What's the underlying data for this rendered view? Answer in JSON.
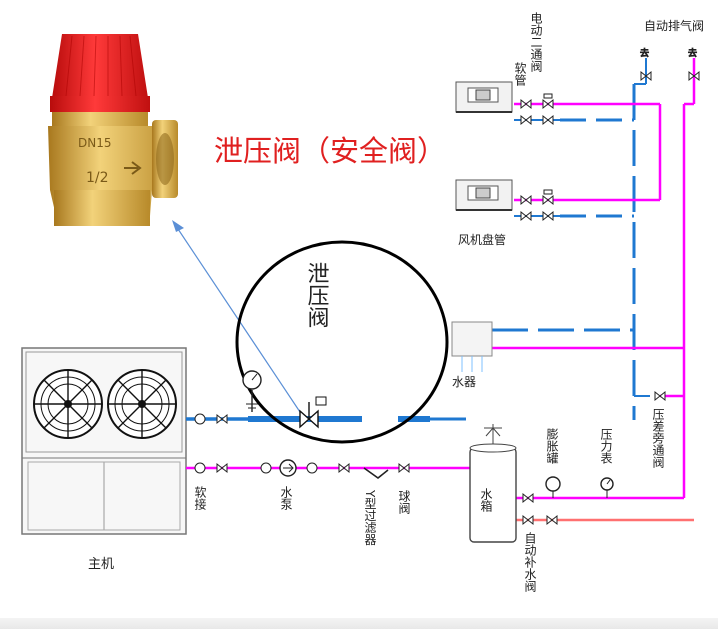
{
  "title": "泄压阀（安全阀）",
  "labels": {
    "electric_two_way_valve": "电动二通阀",
    "soft_tube_top": "软管",
    "auto_air_vent": "自动排气阀",
    "fan_coil": "风机盘管",
    "relief_valve_circle": "泄压阀",
    "water_device": "水器",
    "bypass_valve": "压差旁通阀",
    "expansion_tank": "膨胀罐",
    "pressure_gauge": "压力表",
    "water_tank": "水箱",
    "auto_refill_valve": "自动补水阀",
    "soft_joint": "软接",
    "pump": "水泵",
    "y_filter": "Y型过滤器",
    "ball_valve": "球阀",
    "main_unit": "主机",
    "valve_body_dn": "DN15",
    "valve_body_size": "1/2"
  },
  "colors": {
    "supply": "#1f78d1",
    "return": "#ff00ff",
    "refill": "#ff7070",
    "title": "#e02020",
    "valve_cap": "#e01818",
    "valve_brass": "#d4a640"
  }
}
